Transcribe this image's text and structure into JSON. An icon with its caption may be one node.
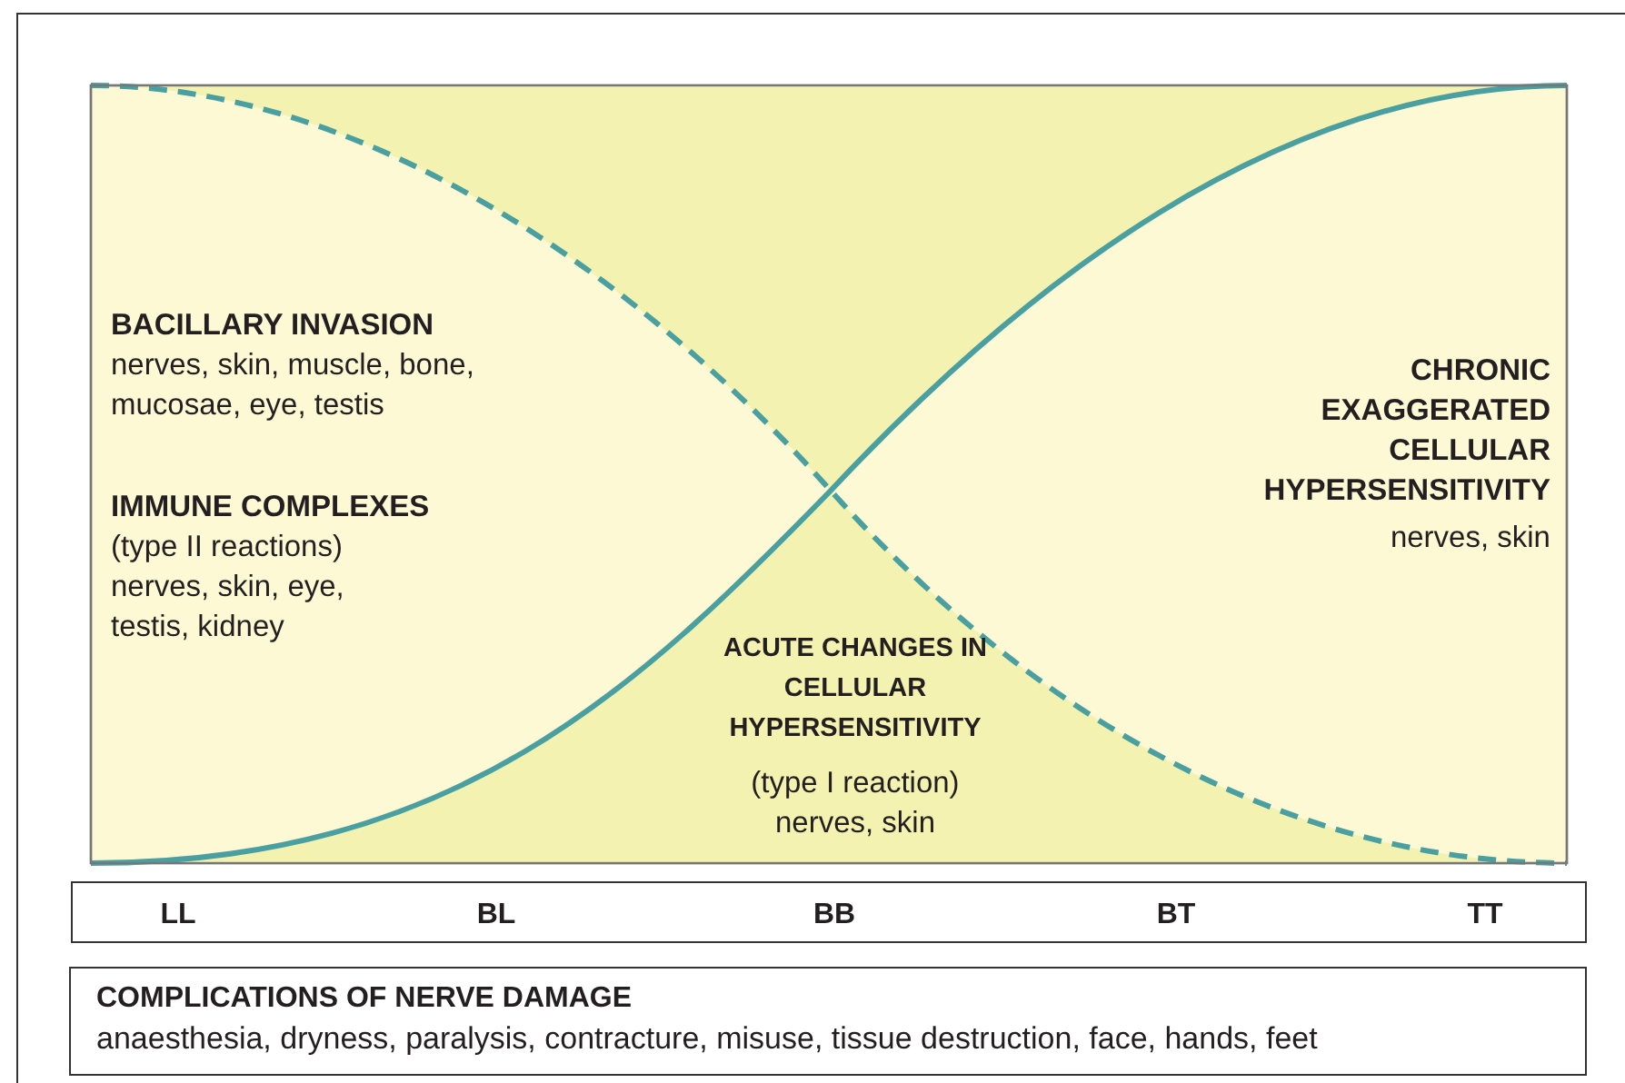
{
  "diagram": {
    "nodes": [
      {
        "text": [
          "LL",
          "BL",
          "BB",
          "BT",
          "TT"
        ]
      },
      {
        "text": [
          "COMPLICATIONS OF NERVE DAMAGE",
          "anaesthesia, dryness, paralysis, contracture, misuse, tissue destruction, face, hands, feet"
        ]
      }
    ],
    "labels": [
      "BACILLARY INVASION",
      "nerves, skin, muscle, bone, mucosae, eye, testis",
      "IMMUNE COMPLEXES",
      "(type II reactions)",
      "nerves, skin, eye, testis, kidney",
      "CHRONIC EXAGGERATED CELLULAR HYPERSENSITIVITY",
      "nerves, skin",
      "ACUTE CHANGES IN CELLULAR HYPERSENSITIVITY",
      "(type I reaction)",
      "nerves, skin"
    ]
  }
}
